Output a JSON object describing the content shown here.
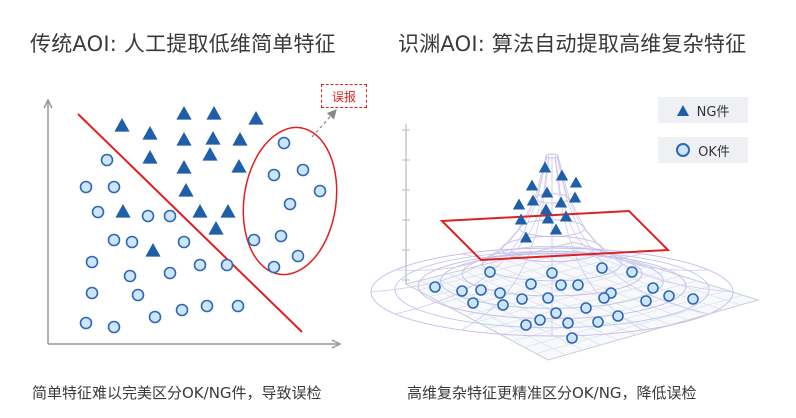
{
  "left_panel": {
    "title": "传统AOI: 人工提取低维简单特征",
    "caption": "简单特征难以完美区分OK/NG件，导致误检",
    "callout": "误报"
  },
  "right_panel": {
    "title": "识渊AOI: 算法自动提取高维复杂特征",
    "caption": "高维复杂特征更精准区分OK/NG，降低误检",
    "legend": {
      "ng": "NG件",
      "ok": "OK件"
    }
  },
  "colors": {
    "ng": "#1f5fa8",
    "ok_fill": "#cde6ff",
    "ok_stroke": "#2f67b0",
    "boundary": "#e02020"
  },
  "icons": {
    "ng_marker": "triangle-icon",
    "ok_marker": "circle-icon"
  }
}
